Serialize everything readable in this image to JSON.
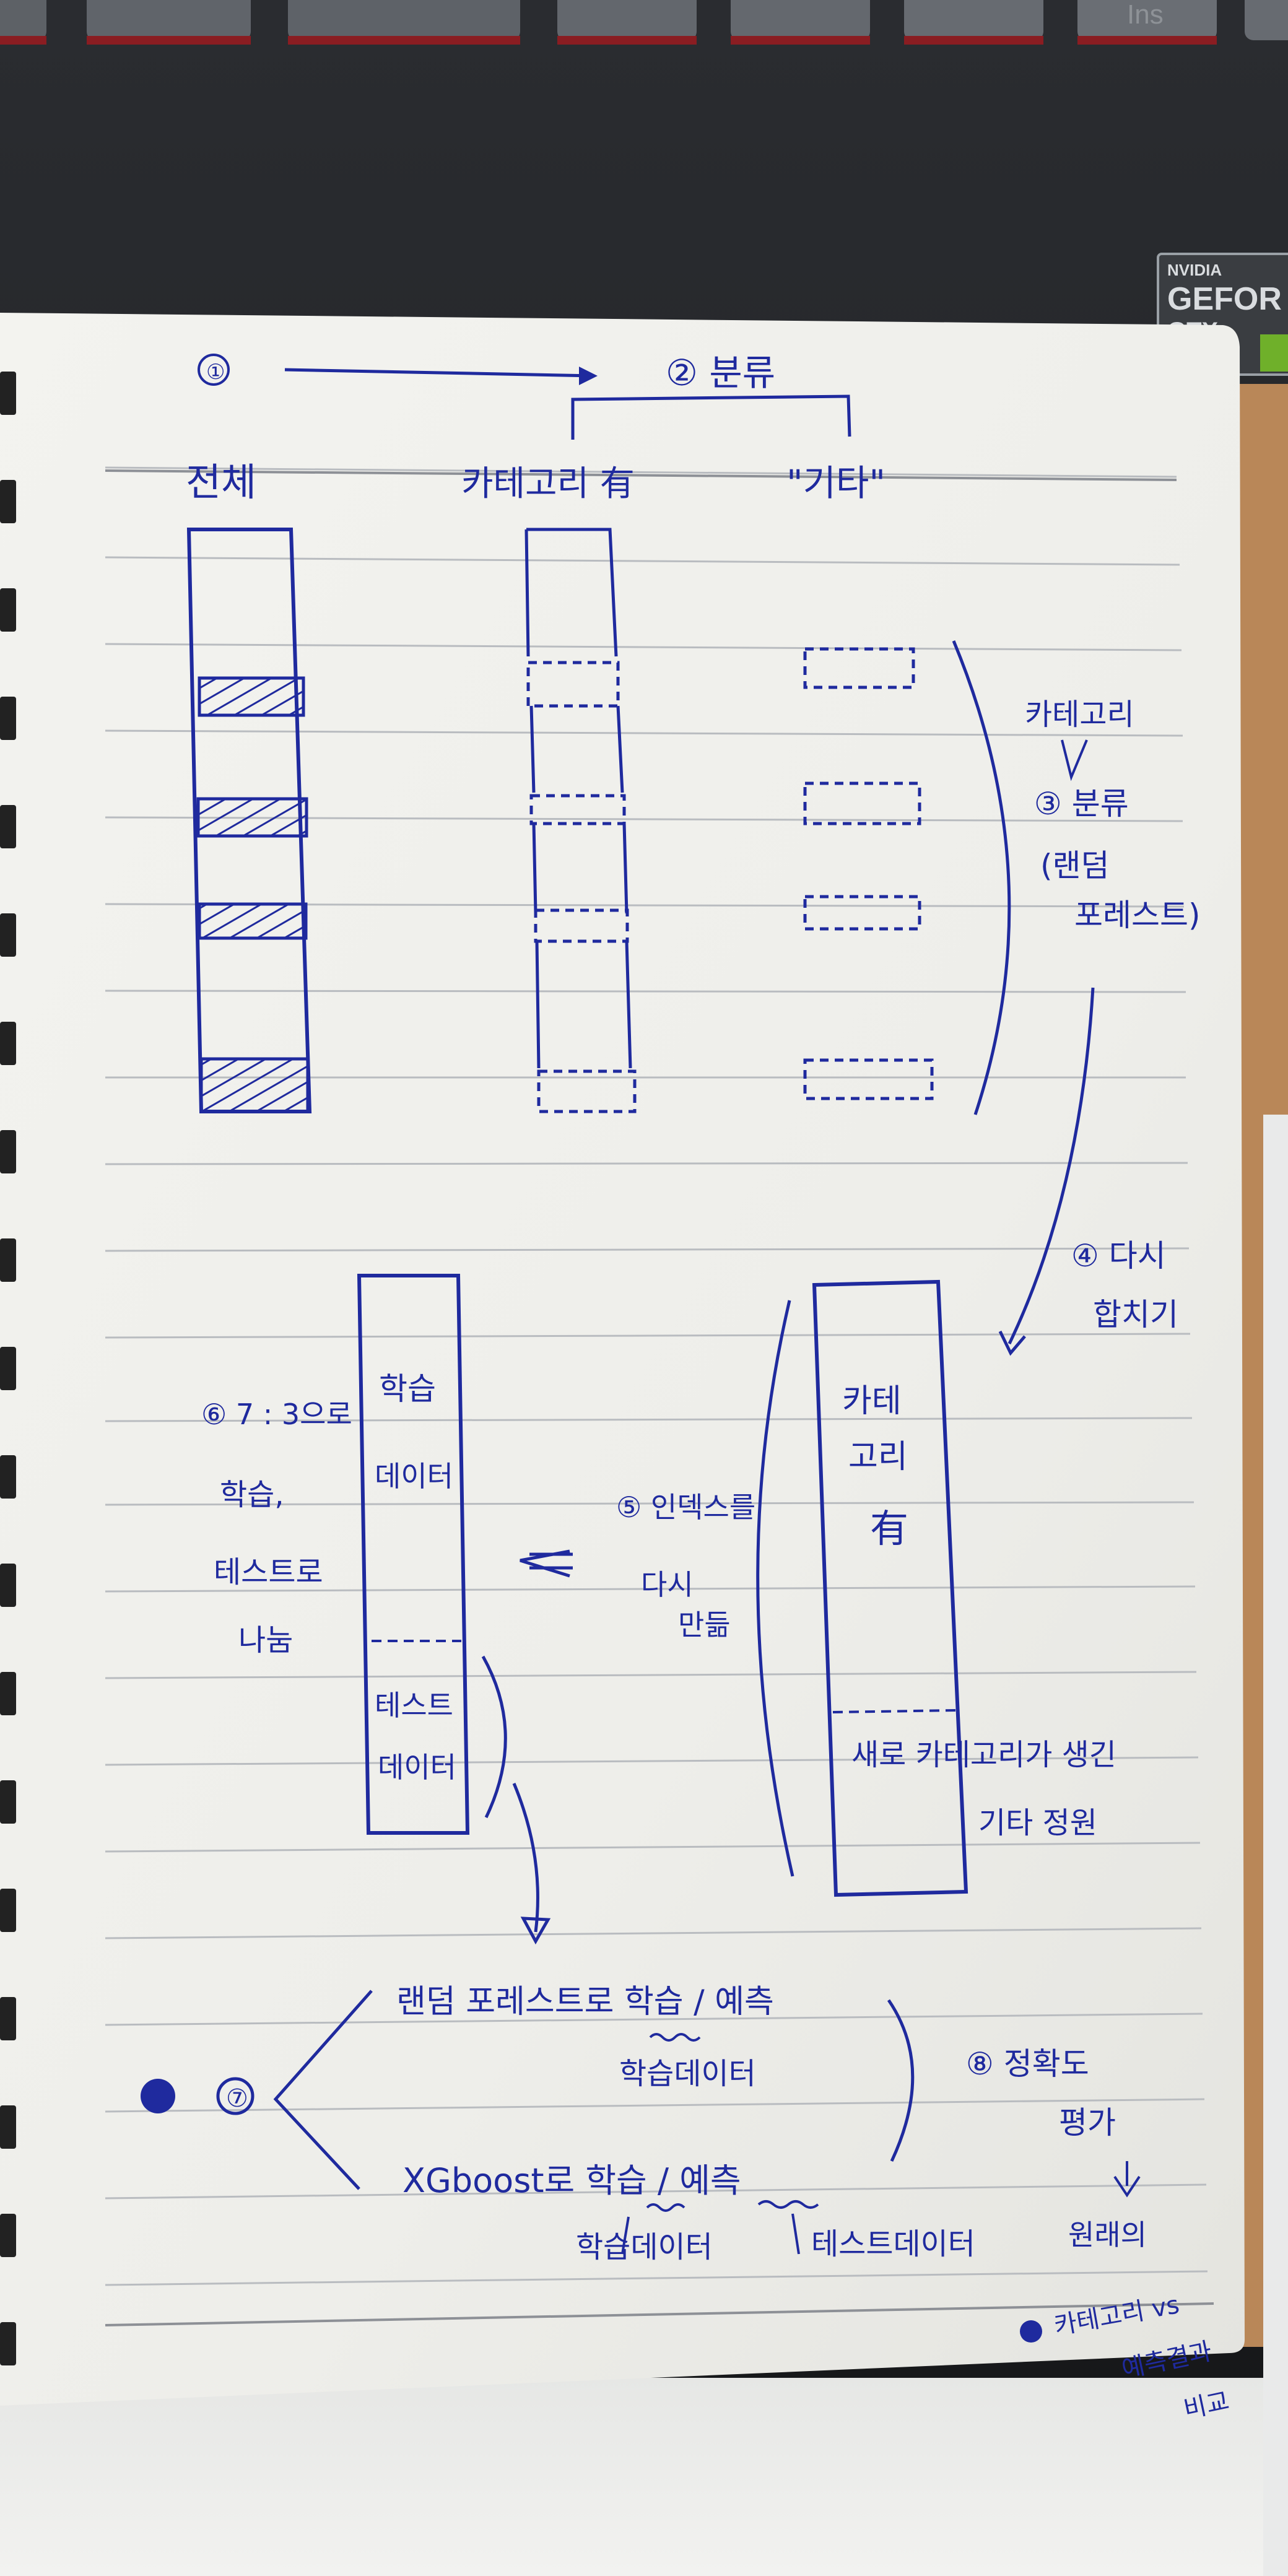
{
  "keyboard": {
    "ins_key": "Ins"
  },
  "laptop_badge": {
    "line1": "NVIDIA",
    "line2": "GEFOR",
    "line3": "GTX"
  },
  "notebook": {
    "top_section": {
      "step1": "①",
      "step2": "② 분류",
      "col_all": "전체",
      "col_category": "카테고리 有",
      "col_other": "\"기타\"",
      "step3_label1": "카테고리",
      "step3_label2": "③ 분류",
      "step3_label3": "(랜덤",
      "step3_label4": "포레스트)"
    },
    "middle_section": {
      "step4_line1": "④ 다시",
      "step4_line2": "합치기",
      "right_box_line1": "카테",
      "right_box_line2": "고리",
      "right_box_line3": "有",
      "right_box_bottom1": "새로 카테고리가 생긴",
      "right_box_bottom2": "기타 정원",
      "step5_line1": "⑤ 인덱스를",
      "step5_line2": "다시",
      "step5_line3": "만듦",
      "left_box_train1": "학습",
      "left_box_train2": "데이터",
      "left_box_test1": "테스트",
      "left_box_test2": "데이터",
      "step6_line1": "⑥ 7 : 3으로",
      "step6_line2": "학습,",
      "step6_line3": "테스트로",
      "step6_line4": "나눔"
    },
    "bottom_section": {
      "step7": "⑦",
      "rf_line": "랜덤 포레스트로 학습 / 예측",
      "rf_sub": "학습데이터",
      "xgb_line": "XGboost로 학습 / 예측",
      "xgb_sub1": "학습데이터",
      "xgb_sub2": "테스트데이터",
      "step8_line1": "⑧ 정확도",
      "step8_line2": "평가",
      "step8_line3": "원래의",
      "step8_line4": "카테고리 vs",
      "step8_line5": "예측결과",
      "step8_line6": "비교"
    }
  }
}
